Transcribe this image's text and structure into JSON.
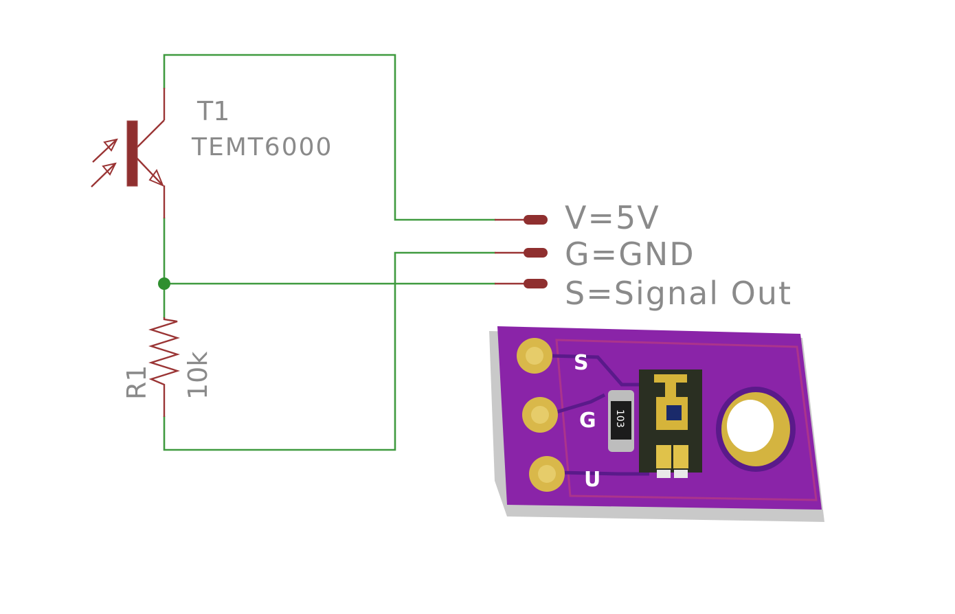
{
  "components": {
    "transistor": {
      "ref": "T1",
      "value": "TEMT6000",
      "icon": "phototransistor-icon"
    },
    "resistor": {
      "ref": "R1",
      "value": "10k",
      "icon": "resistor-icon"
    }
  },
  "pins": [
    {
      "label": "V=5V"
    },
    {
      "label": "G=GND"
    },
    {
      "label": "S=Signal Out"
    }
  ],
  "board": {
    "silkscreen": [
      "S",
      "G",
      "U"
    ],
    "resistor_marking": "103",
    "colors": {
      "pcb": "#8a24a8",
      "pcb_dark": "#5a1a8a",
      "gold": "#d9b84a",
      "edge": "#c8c8c8"
    }
  },
  "colors": {
    "wire": "#3f9a3f",
    "symbol": "#9a3434",
    "label": "#8a8a8a"
  }
}
